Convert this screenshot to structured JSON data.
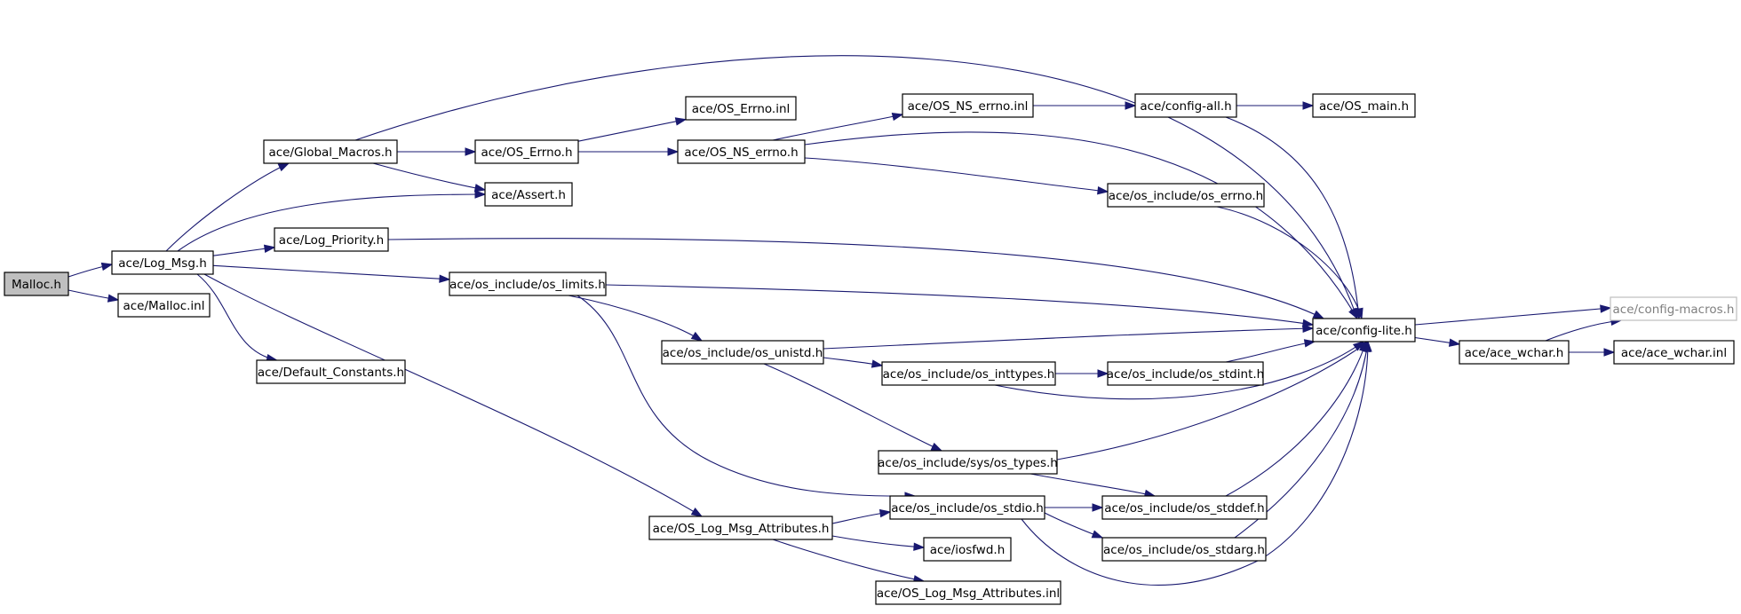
{
  "diagram": {
    "nodes": [
      {
        "id": "malloc_h",
        "label": "Malloc.h",
        "style": "root"
      },
      {
        "id": "log_msg_h",
        "label": "ace/Log_Msg.h",
        "style": "normal"
      },
      {
        "id": "malloc_inl",
        "label": "ace/Malloc.inl",
        "style": "normal"
      },
      {
        "id": "global_macros_h",
        "label": "ace/Global_Macros.h",
        "style": "normal"
      },
      {
        "id": "assert_h",
        "label": "ace/Assert.h",
        "style": "normal"
      },
      {
        "id": "log_priority_h",
        "label": "ace/Log_Priority.h",
        "style": "normal"
      },
      {
        "id": "default_constants_h",
        "label": "ace/Default_Constants.h",
        "style": "normal"
      },
      {
        "id": "os_errno_h",
        "label": "ace/OS_Errno.h",
        "style": "normal"
      },
      {
        "id": "os_errno_inl",
        "label": "ace/OS_Errno.inl",
        "style": "normal"
      },
      {
        "id": "os_ns_errno_h",
        "label": "ace/OS_NS_errno.h",
        "style": "normal"
      },
      {
        "id": "os_ns_errno_inl",
        "label": "ace/OS_NS_errno.inl",
        "style": "normal"
      },
      {
        "id": "config_all_h",
        "label": "ace/config-all.h",
        "style": "normal"
      },
      {
        "id": "os_main_h",
        "label": "ace/OS_main.h",
        "style": "normal"
      },
      {
        "id": "os_include_os_errno_h",
        "label": "ace/os_include/os_errno.h",
        "style": "normal"
      },
      {
        "id": "os_include_os_limits_h",
        "label": "ace/os_include/os_limits.h",
        "style": "normal"
      },
      {
        "id": "config_lite_h",
        "label": "ace/config-lite.h",
        "style": "normal"
      },
      {
        "id": "config_macros_h",
        "label": "ace/config-macros.h",
        "style": "external"
      },
      {
        "id": "ace_wchar_h",
        "label": "ace/ace_wchar.h",
        "style": "normal"
      },
      {
        "id": "ace_wchar_inl",
        "label": "ace/ace_wchar.inl",
        "style": "normal"
      },
      {
        "id": "os_include_os_unistd_h",
        "label": "ace/os_include/os_unistd.h",
        "style": "normal"
      },
      {
        "id": "os_include_os_inttypes_h",
        "label": "ace/os_include/os_inttypes.h",
        "style": "normal"
      },
      {
        "id": "os_include_os_stdint_h",
        "label": "ace/os_include/os_stdint.h",
        "style": "normal"
      },
      {
        "id": "os_include_sys_os_types_h",
        "label": "ace/os_include/sys/os_types.h",
        "style": "normal"
      },
      {
        "id": "os_include_os_stdio_h",
        "label": "ace/os_include/os_stdio.h",
        "style": "normal"
      },
      {
        "id": "os_include_os_stddef_h",
        "label": "ace/os_include/os_stddef.h",
        "style": "normal"
      },
      {
        "id": "os_include_os_stdarg_h",
        "label": "ace/os_include/os_stdarg.h",
        "style": "normal"
      },
      {
        "id": "os_log_msg_attributes_h",
        "label": "ace/OS_Log_Msg_Attributes.h",
        "style": "normal"
      },
      {
        "id": "iosfwd_h",
        "label": "ace/iosfwd.h",
        "style": "normal"
      },
      {
        "id": "os_log_msg_attributes_inl",
        "label": "ace/OS_Log_Msg_Attributes.inl",
        "style": "normal"
      }
    ],
    "edges": [
      {
        "from": "malloc_h",
        "to": "log_msg_h"
      },
      {
        "from": "malloc_h",
        "to": "malloc_inl"
      },
      {
        "from": "log_msg_h",
        "to": "global_macros_h"
      },
      {
        "from": "log_msg_h",
        "to": "assert_h"
      },
      {
        "from": "log_msg_h",
        "to": "log_priority_h"
      },
      {
        "from": "log_msg_h",
        "to": "os_include_os_limits_h"
      },
      {
        "from": "log_msg_h",
        "to": "default_constants_h"
      },
      {
        "from": "log_msg_h",
        "to": "os_log_msg_attributes_h"
      },
      {
        "from": "global_macros_h",
        "to": "os_errno_h"
      },
      {
        "from": "global_macros_h",
        "to": "assert_h"
      },
      {
        "from": "global_macros_h",
        "to": "config_lite_h"
      },
      {
        "from": "os_errno_h",
        "to": "os_errno_inl"
      },
      {
        "from": "os_errno_h",
        "to": "os_ns_errno_h"
      },
      {
        "from": "os_ns_errno_h",
        "to": "os_ns_errno_inl"
      },
      {
        "from": "os_ns_errno_h",
        "to": "config_lite_h"
      },
      {
        "from": "os_ns_errno_h",
        "to": "os_include_os_errno_h"
      },
      {
        "from": "os_ns_errno_inl",
        "to": "config_all_h"
      },
      {
        "from": "config_all_h",
        "to": "os_main_h"
      },
      {
        "from": "config_all_h",
        "to": "config_lite_h"
      },
      {
        "from": "os_include_os_errno_h",
        "to": "config_lite_h"
      },
      {
        "from": "log_priority_h",
        "to": "config_lite_h"
      },
      {
        "from": "os_include_os_limits_h",
        "to": "config_lite_h"
      },
      {
        "from": "os_include_os_limits_h",
        "to": "os_include_os_unistd_h"
      },
      {
        "from": "os_include_os_limits_h",
        "to": "os_include_os_stdio_h"
      },
      {
        "from": "config_lite_h",
        "to": "config_macros_h"
      },
      {
        "from": "config_lite_h",
        "to": "ace_wchar_h"
      },
      {
        "from": "ace_wchar_h",
        "to": "config_macros_h"
      },
      {
        "from": "ace_wchar_h",
        "to": "ace_wchar_inl"
      },
      {
        "from": "os_include_os_unistd_h",
        "to": "config_lite_h"
      },
      {
        "from": "os_include_os_unistd_h",
        "to": "os_include_os_inttypes_h"
      },
      {
        "from": "os_include_os_unistd_h",
        "to": "os_include_sys_os_types_h"
      },
      {
        "from": "os_include_os_inttypes_h",
        "to": "os_include_os_stdint_h"
      },
      {
        "from": "os_include_os_inttypes_h",
        "to": "config_lite_h"
      },
      {
        "from": "os_include_os_stdint_h",
        "to": "config_lite_h"
      },
      {
        "from": "os_include_sys_os_types_h",
        "to": "config_lite_h"
      },
      {
        "from": "os_include_sys_os_types_h",
        "to": "os_include_os_stddef_h"
      },
      {
        "from": "os_include_os_stdio_h",
        "to": "os_include_os_stddef_h"
      },
      {
        "from": "os_include_os_stdio_h",
        "to": "os_include_os_stdarg_h"
      },
      {
        "from": "os_include_os_stdio_h",
        "to": "config_lite_h"
      },
      {
        "from": "os_include_os_stddef_h",
        "to": "config_lite_h"
      },
      {
        "from": "os_include_os_stdarg_h",
        "to": "config_lite_h"
      },
      {
        "from": "os_log_msg_attributes_h",
        "to": "os_include_os_stdio_h"
      },
      {
        "from": "os_log_msg_attributes_h",
        "to": "iosfwd_h"
      },
      {
        "from": "os_log_msg_attributes_h",
        "to": "os_log_msg_attributes_inl"
      }
    ]
  },
  "colors": {
    "edge": "#191970",
    "node_border": "#000000",
    "root_fill": "#bfbfbf",
    "external_border": "#bfbfbf",
    "external_text": "#7f7f7f"
  }
}
